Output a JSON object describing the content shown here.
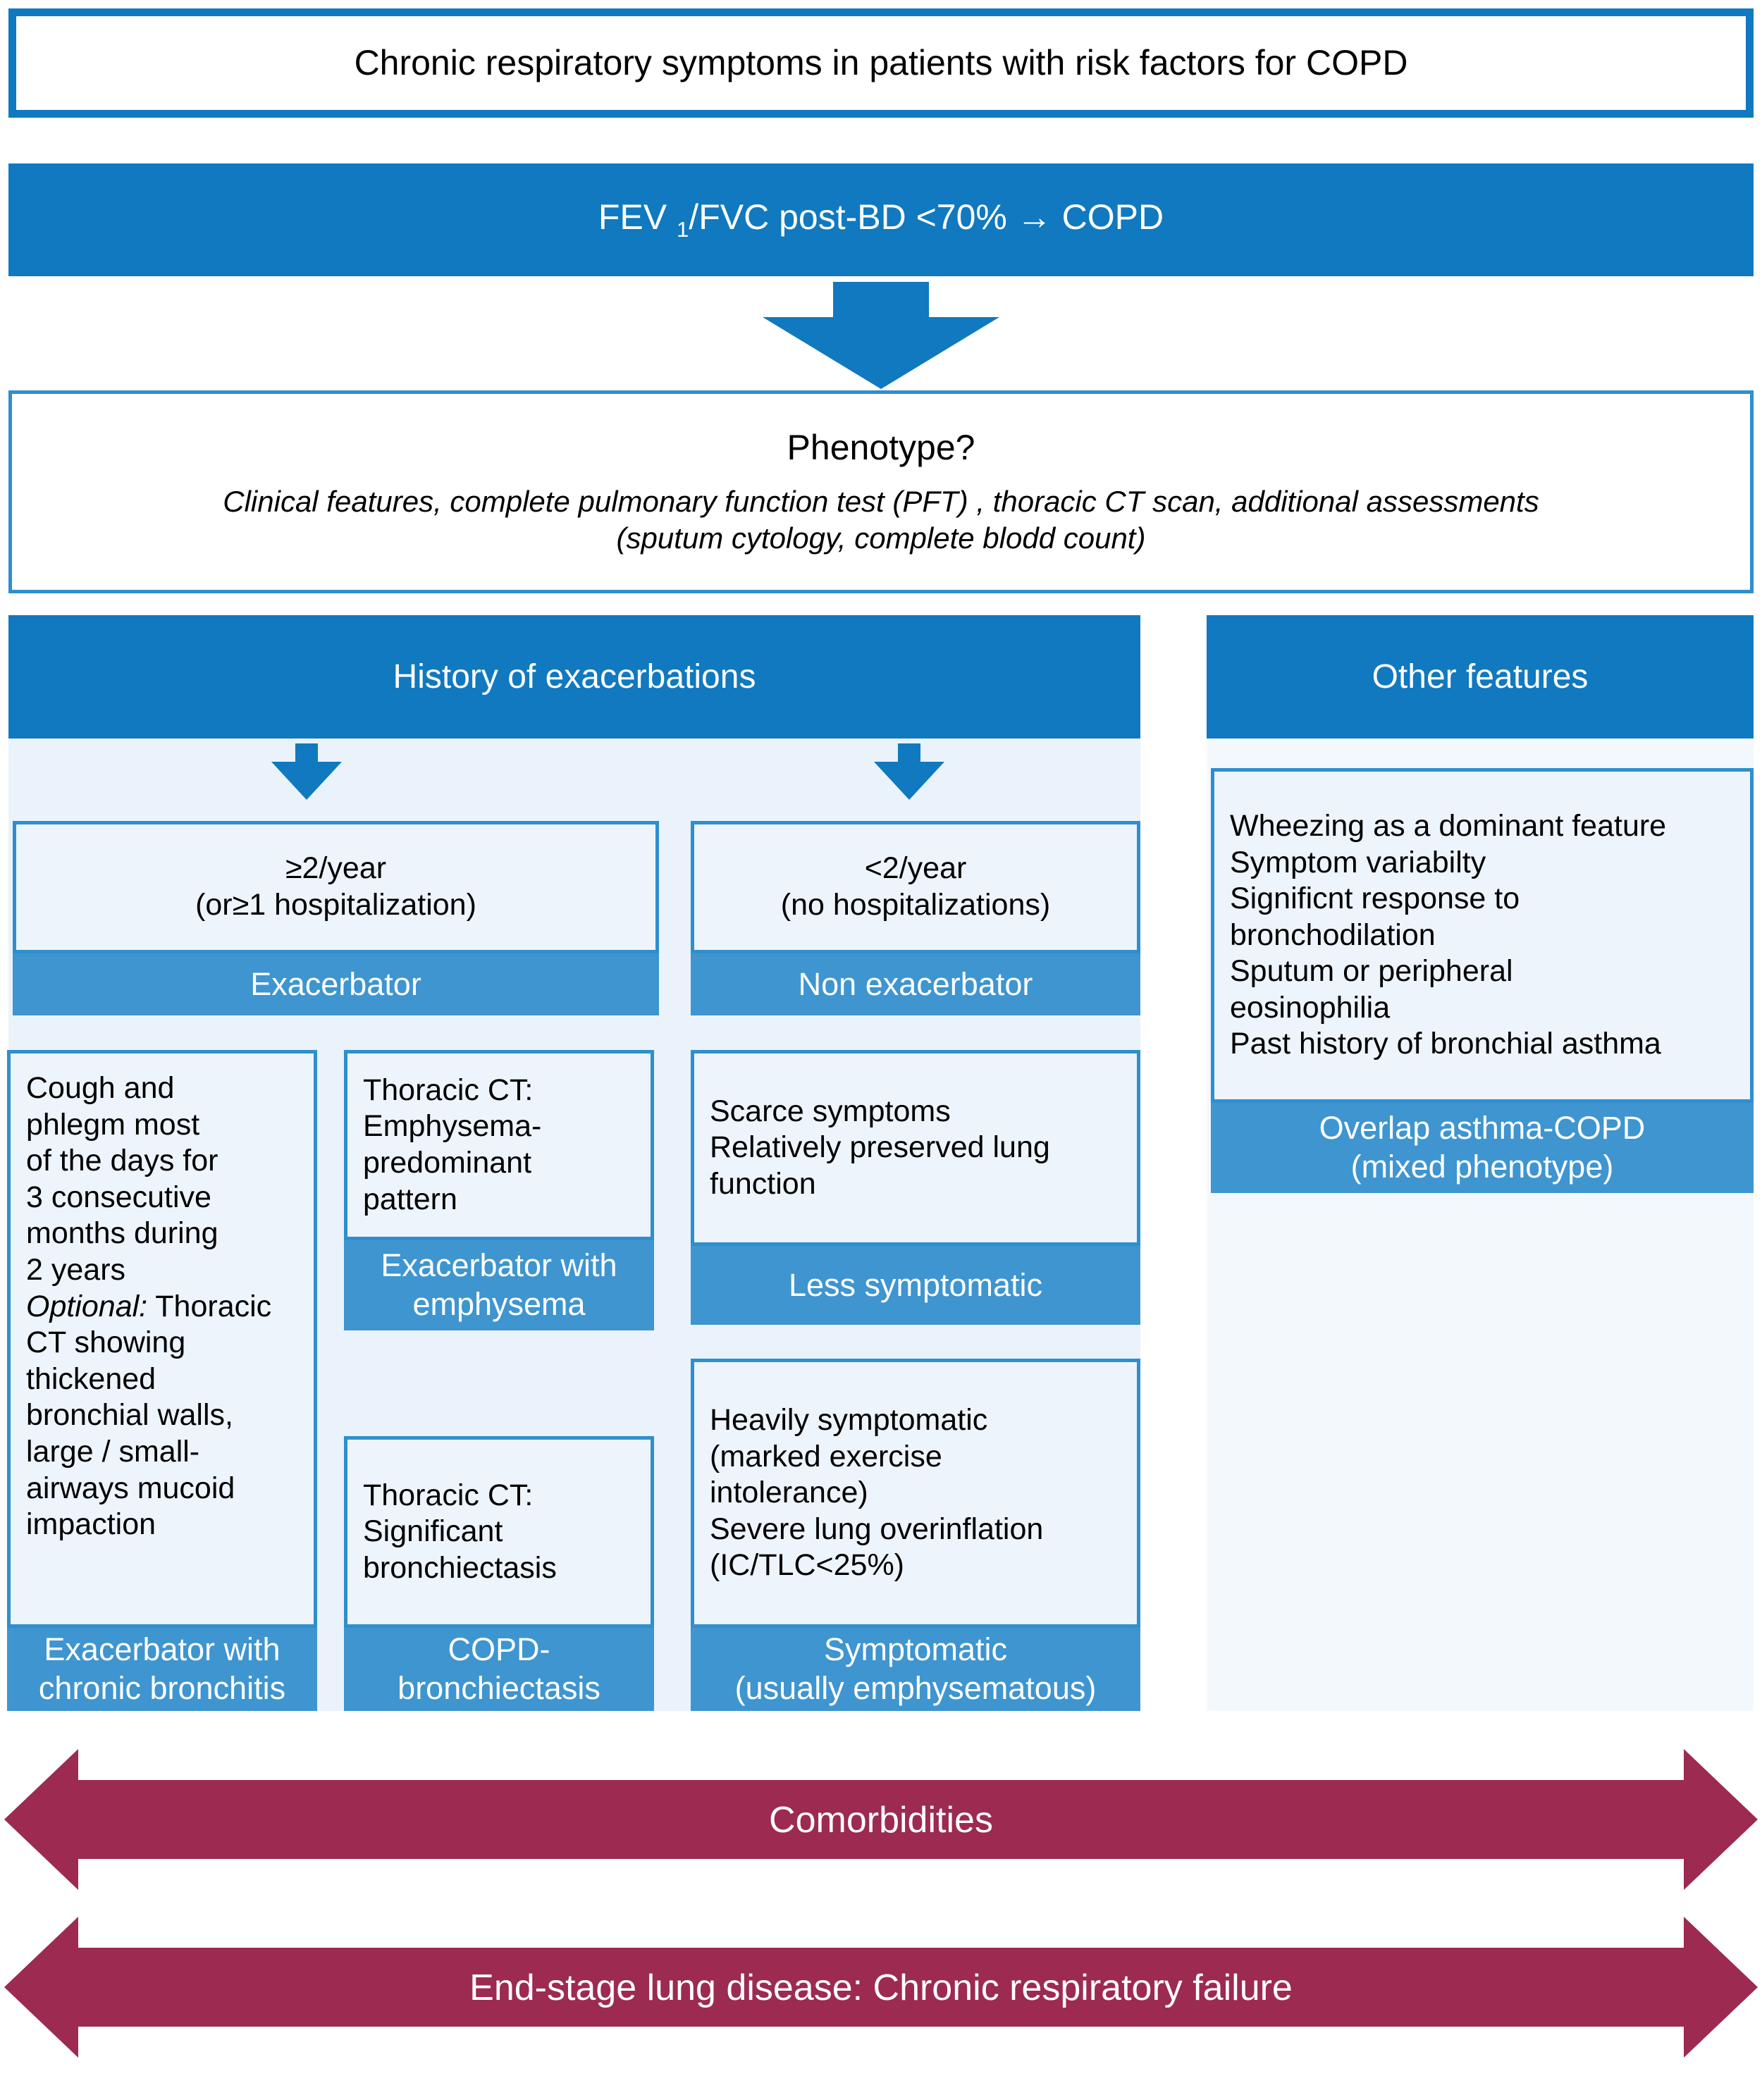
{
  "colors": {
    "primary_blue": "#1079BF",
    "mid_blue": "#3E95D0",
    "border_blue": "#2E8FCE",
    "light_panel": "#EAF3FB",
    "box_fill": "#EEF4FB",
    "maroon": "#9C2A51"
  },
  "top": {
    "title": "Chronic respiratory symptoms in patients with risk factors for COPD",
    "criterion_prefix": "FEV",
    "criterion_subscript": "1",
    "criterion_suffix": "/FVC post-BD <70% → COPD"
  },
  "phenotype": {
    "question": "Phenotype?",
    "detail_line_1": "Clinical features, complete pulmonary function test (PFT) , thoracic CT scan, additional assessments",
    "detail_line_2": "(sputum cytology, complete blodd count)"
  },
  "exacerbations": {
    "header": "History of exacerbations",
    "branches": [
      {
        "criteria": "≥2/year\n(or≥1 hospitalization)",
        "label": "Exacerbator"
      },
      {
        "criteria": "<2/year\n(no hospitalizations)",
        "label": "Non exacerbator"
      }
    ],
    "exacerbator_phenotypes": [
      {
        "body_pre": "Cough and\nphlegm most\nof the days for\n3 consecutive\nmonths during\n2 years\n",
        "body_italic": "Optional:",
        "body_post": " Thoracic\nCT showing\nthickened\nbronchial walls,\nlarge / small-\nairways mucoid\nimpaction",
        "label": "Exacerbator with\nchronic bronchitis"
      },
      {
        "body": "Thoracic CT:\nEmphysema-\npredominant\npattern",
        "label": "Exacerbator with\nemphysema"
      },
      {
        "body": "Thoracic CT:\nSignificant\nbronchiectasis",
        "label": "COPD-\nbronchiectasis"
      }
    ],
    "non_exacerbator_phenotypes": [
      {
        "body": "Scarce symptoms\nRelatively preserved lung\nfunction",
        "label": "Less symptomatic"
      },
      {
        "body": "Heavily symptomatic\n(marked exercise\nintolerance)\nSevere lung overinflation\n(IC/TLC<25%)",
        "label": "Symptomatic\n(usually emphysematous)"
      }
    ]
  },
  "other_features": {
    "header": "Other features",
    "list": "Wheezing as a dominant feature\nSymptom variabilty\nSignificnt response to\nbronchodilation\nSputum or peripheral\neosinophilia\nPast history of bronchial asthma",
    "label": "Overlap asthma-COPD\n(mixed phenotype)"
  },
  "bottom_bars": [
    {
      "label": "Comorbidities"
    },
    {
      "label": "End-stage lung disease: Chronic respiratory failure"
    }
  ]
}
